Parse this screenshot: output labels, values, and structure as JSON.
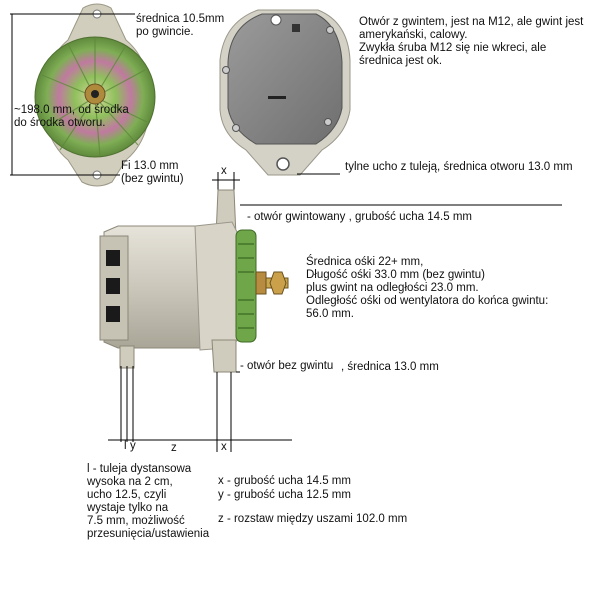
{
  "front": {
    "hole_diameter": "średnica 10.5mm\npo gwincie.",
    "distance": "~198.0 mm, od środka\ndo środka otworu.",
    "fi": "Fi 13.0 mm\n(bez gwintu)"
  },
  "back": {
    "note": "Otwór z gwintem, jest na M12, ale gwint jest\namerykański, calowy.\nZwykła śruba M12 się nie wkreci, ale\nśrednica jest ok.",
    "rear_ear": "tylne ucho z tuleją, średnica otworu 13.0 mm"
  },
  "side": {
    "x_top": "x",
    "threaded_hole": "- otwór gwintowany , grubość ucha 14.5 mm",
    "shaft": "Średnica ośki 22+ mm,\nDługość ośki 33.0 mm (bez gwintu)\nplus gwint na odległości 23.0 mm.\nOdległość ośki od wentylatora do końca gwintu:\n56.0 mm.",
    "unthreaded_hole": "- otwór bez gwintu",
    "unthreaded_diam": ", średnica 13.0 mm",
    "dim_l": "l",
    "dim_y": "y",
    "dim_z": "z",
    "dim_x": "x"
  },
  "legend": {
    "sleeve": "l - tuleja dystansowa\nwysoka na 2 cm,\nucho 12.5, czyli\nwystaje tylko na\n7.5 mm, możliwość\nprzesunięcia/ustawienia",
    "x": "x - grubość ucha 14.5 mm",
    "y": "y - grubość ucha 12.5 mm",
    "z": "z - rozstaw między uszami 102.0 mm"
  },
  "colors": {
    "housing_front": "#d6d2c4",
    "fan": "#7fae55",
    "fan_pink": "#c4709a",
    "back_cover": "#8a8a8a",
    "lines": "#000000"
  }
}
